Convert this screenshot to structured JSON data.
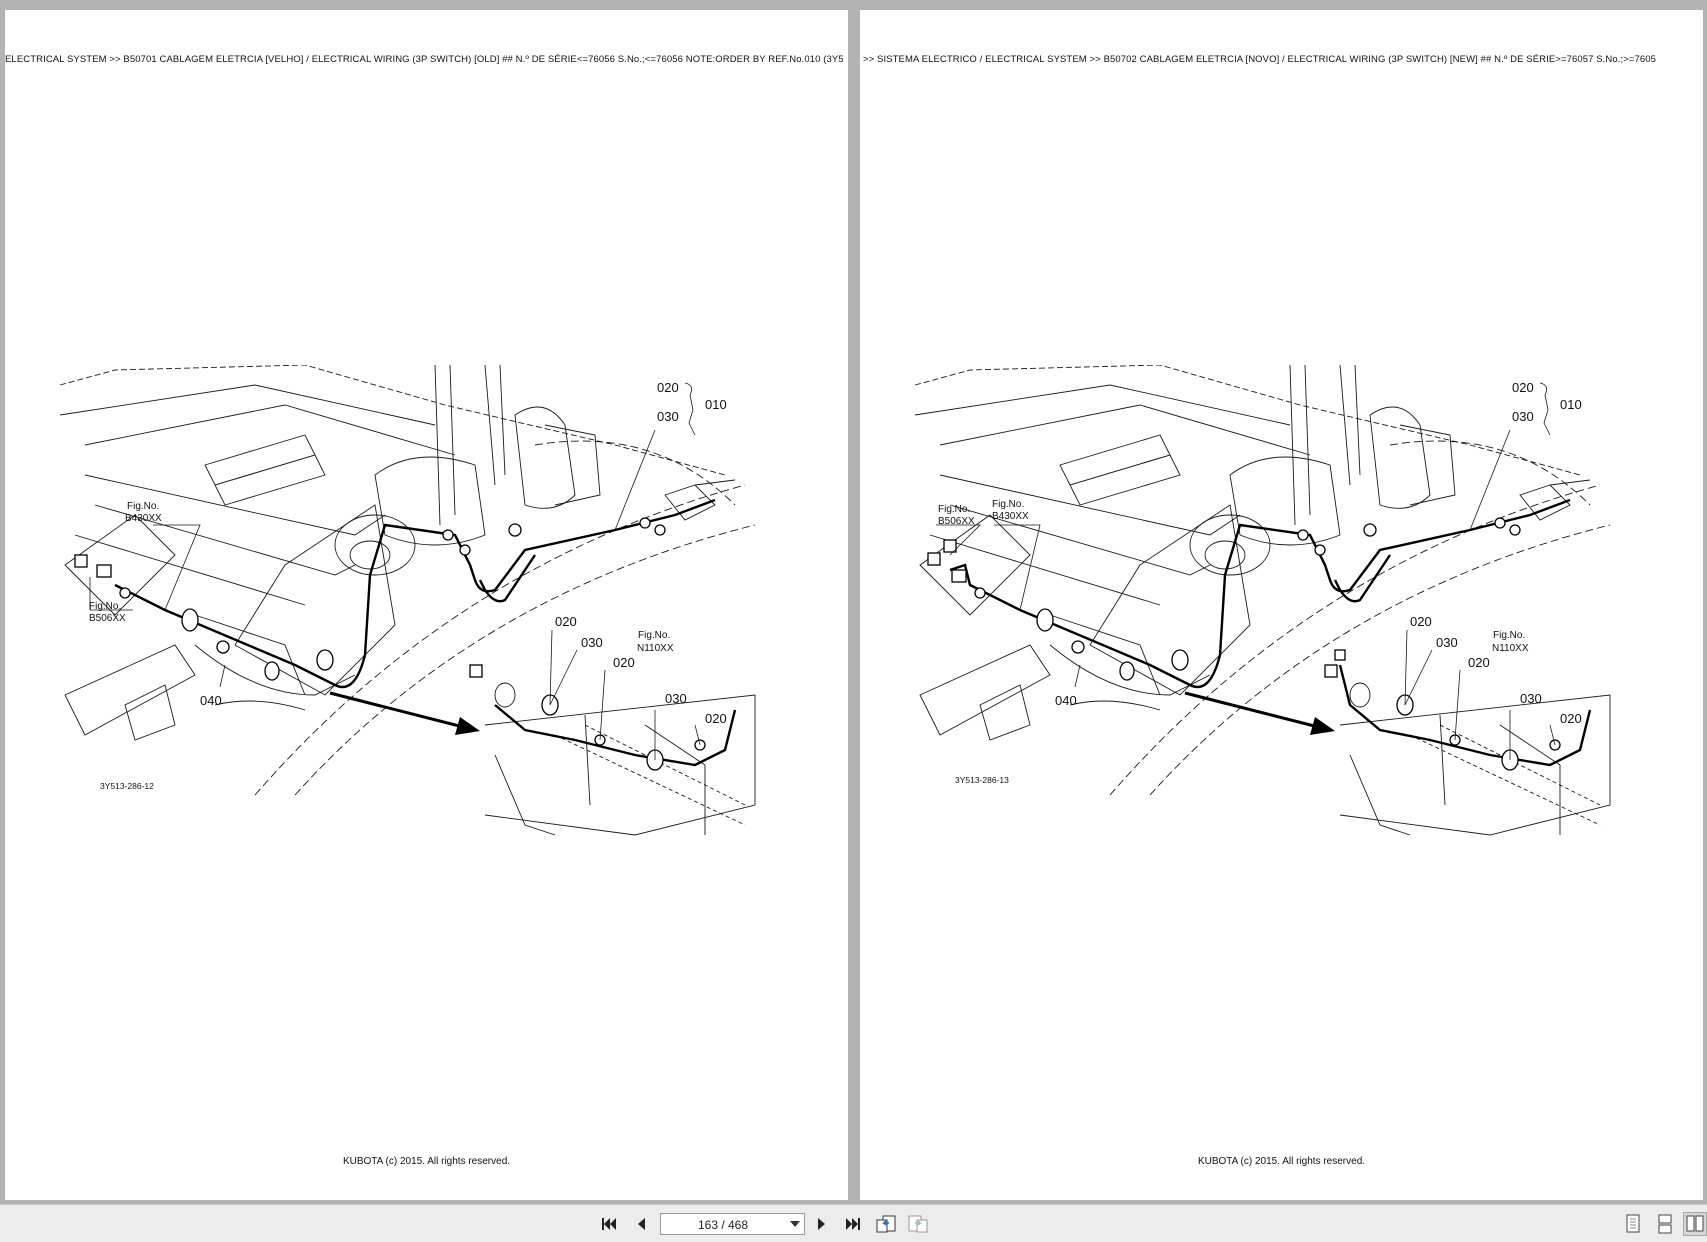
{
  "colors": {
    "background": "#b3b3b3",
    "page": "#ffffff",
    "toolbar": "#ececec",
    "ink": "#111111"
  },
  "pages": [
    {
      "header": "ELECTRICAL SYSTEM >> B50701   CABLAGEM ELETRCIA [VELHO] / ELECTRICAL WIRING (3P SWITCH) [OLD] ## N.º DE SÉRIE<=76056 S.No.;<=76056 NOTE:ORDER BY REF.No.010 (3Y5",
      "footer": "KUBOTA (c) 2015. All rights reserved.",
      "figure_id": "3Y513-286-12",
      "labels": {
        "ref_010": "010",
        "ref_020_top": "020",
        "ref_030_top": "030",
        "ref_020_a": "020",
        "ref_030_a": "030",
        "ref_020_b": "020",
        "ref_030_b": "030",
        "ref_020_c": "020",
        "ref_040": "040",
        "fig1_title": "Fig.No.",
        "fig1_value": "B430XX",
        "fig2_title": "Fig.No.",
        "fig2_value": "B506XX",
        "fig3_title": "Fig.No.",
        "fig3_value": "N110XX"
      }
    },
    {
      "header": ">> SISTEMA ELECTRICO / ELECTRICAL SYSTEM >> B50702   CABLAGEM ELETRCIA [NOVO] / ELECTRICAL WIRING (3P SWITCH) [NEW] ## N.º DE SÉRIE>=76057 S.No.;>=7605",
      "footer": "KUBOTA (c) 2015. All rights reserved.",
      "figure_id": "3Y513-286-13",
      "labels": {
        "ref_010": "010",
        "ref_020_top": "020",
        "ref_030_top": "030",
        "ref_020_a": "020",
        "ref_030_a": "030",
        "ref_020_b": "020",
        "ref_030_b": "030",
        "ref_020_c": "020",
        "ref_040": "040",
        "fig1_title": "Fig.No.",
        "fig1_value": "B506XX",
        "fig2_title": "Fig.No.",
        "fig2_value": "B430XX",
        "fig3_title": "Fig.No.",
        "fig3_value": "N110XX"
      }
    }
  ],
  "toolbar": {
    "page_indicator": "163 / 468",
    "buttons": [
      "first-page-icon",
      "prev-page-icon",
      "next-page-icon",
      "last-page-icon",
      "go-back-icon",
      "go-forward-icon"
    ],
    "view_modes": [
      "single-page-icon",
      "continuous-icon",
      "two-page-icon"
    ]
  }
}
